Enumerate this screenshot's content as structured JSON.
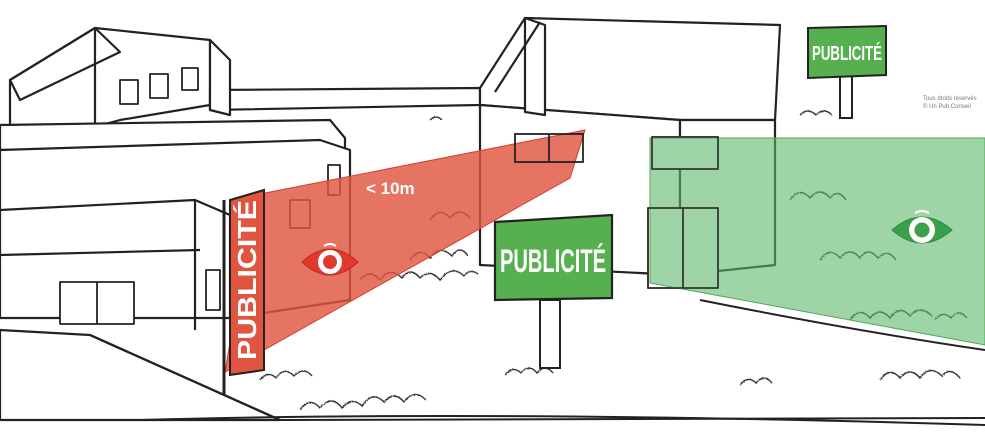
{
  "signs": {
    "vertical_sign": "PUBLICITÉ",
    "center_sign": "PUBLICITÉ",
    "top_right_sign": "PUBLICITÉ"
  },
  "distance_label": "< 10m",
  "credit": {
    "line1": "Tous droits réservés",
    "line2": "© Un Pub Conseil"
  },
  "colors": {
    "forbidden_zone": "#e0553f",
    "allowed_zone": "#5fb86a",
    "red_eye": "#e03a2f",
    "green_eye": "#3aa14a",
    "sign_green": "#56b04f"
  },
  "icons": [
    "red-eye-icon",
    "green-eye-icon"
  ]
}
